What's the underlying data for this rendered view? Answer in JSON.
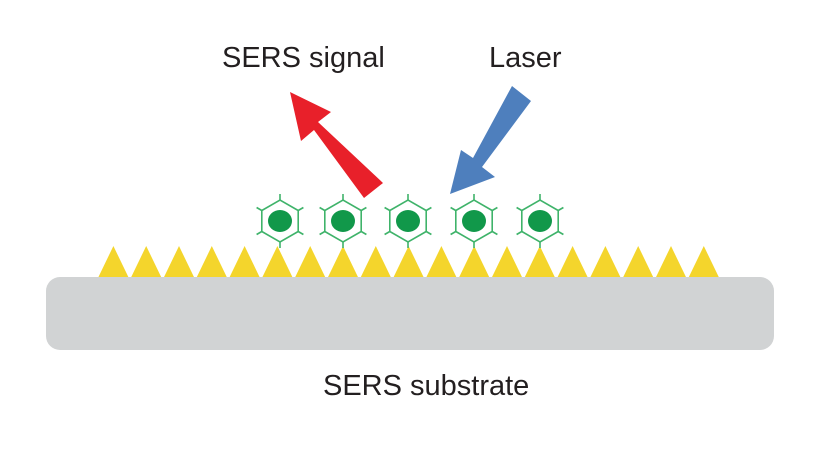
{
  "labels": {
    "signal": "SERS signal",
    "laser": "Laser",
    "substrate": "SERS substrate"
  },
  "colors": {
    "signal_arrow": "#e8202a",
    "laser_arrow": "#4e7fbd",
    "substrate": "#d1d3d4",
    "nanostructure": "#f4d52c",
    "molecule_fill": "#11984a",
    "molecule_outline": "#3fb36a"
  },
  "icons": {
    "molecule": "hexagon-molecule-icon",
    "nanostructure": "triangle-spike"
  }
}
